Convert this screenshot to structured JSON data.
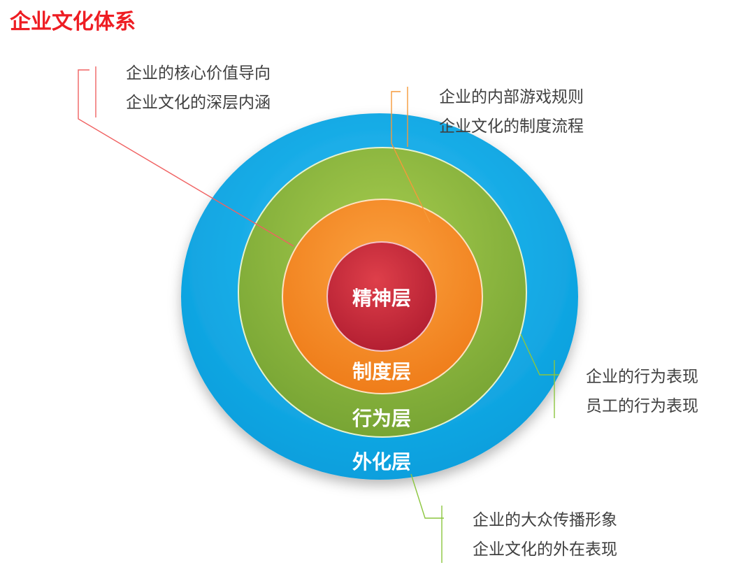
{
  "title": "企业文化体系",
  "layers": {
    "spirit": {
      "label": "精神层",
      "color": "#c8283b"
    },
    "system": {
      "label": "制度层",
      "color": "#f48721"
    },
    "behavior": {
      "label": "行为层",
      "color": "#8bb43c"
    },
    "outer": {
      "label": "外化层",
      "color": "#12a8e6"
    }
  },
  "annotations": {
    "spirit": {
      "lines": [
        "企业的核心价值导向",
        "企业文化的深层内涵"
      ],
      "connector_color": "#f06262"
    },
    "system": {
      "lines": [
        "企业的内部游戏规则",
        "企业文化的制度流程"
      ],
      "connector_color": "#f59a3a"
    },
    "behavior": {
      "lines": [
        "企业的行为表现",
        "员工的行为表现"
      ],
      "connector_color": "#8cc63f"
    },
    "outer": {
      "lines": [
        "企业的大众传播形象",
        "企业文化的外在表现"
      ],
      "connector_color": "#8cc63f"
    }
  }
}
